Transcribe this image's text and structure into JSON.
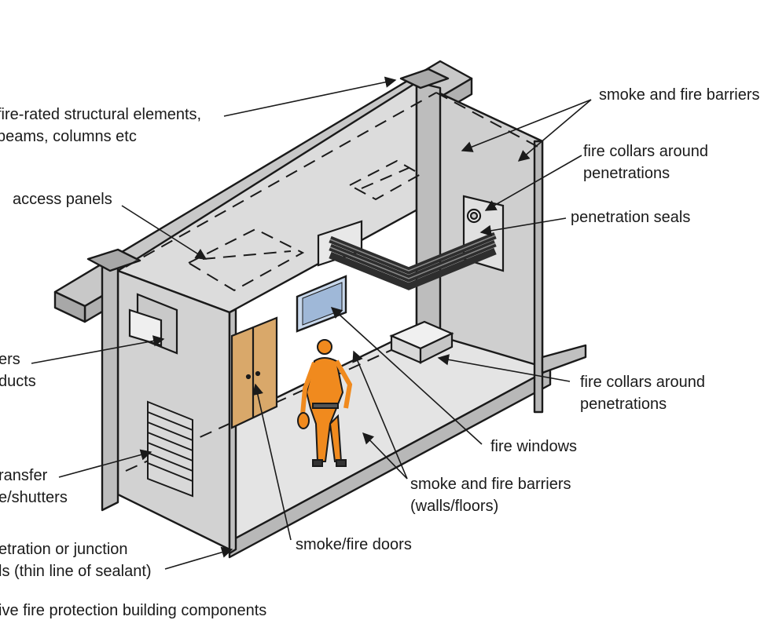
{
  "labels": {
    "structural_line1": "fire-rated structural elements,",
    "structural_line2": "beams, columns etc",
    "barriers_top": "smoke and fire barriers",
    "collars_top_line1": "fire collars around",
    "collars_top_line2": "penetrations",
    "access_panels": "access panels",
    "penetration_seals": "penetration seals",
    "dampers_line1": "ers",
    "dampers_line2": "ducts",
    "collars_bottom_line1": "fire collars around",
    "collars_bottom_line2": "penetrations",
    "fire_windows": "fire windows",
    "transfer_line1": "ransfer",
    "transfer_line2": "e/shutters",
    "barriers_bottom_line1": "smoke and fire barriers",
    "barriers_bottom_line2": "(walls/floors)",
    "junction_line1": "etration or junction",
    "junction_line2": "ls (thin line of sealant)",
    "doors": "smoke/fire doors",
    "caption": "ive fire protection building components"
  },
  "colors": {
    "wall": "#d4d4d4",
    "wall_dark": "#b8b8b8",
    "floor": "#e4e4e4",
    "door": "#d9a86a",
    "window": "#c8d8ec",
    "worker": "#f08a1e",
    "cables": "#2e2e2e",
    "line": "#1a1a1a"
  }
}
